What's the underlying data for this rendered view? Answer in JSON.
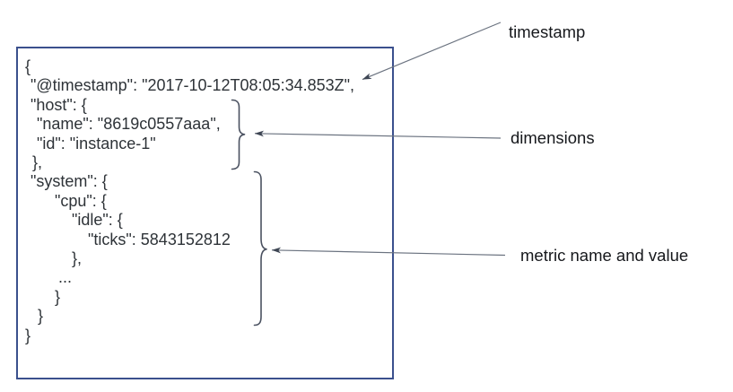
{
  "document_box": {
    "lines": [
      {
        "text": "{",
        "indent": 0
      },
      {
        "text": "\"@timestamp\": \"2017-10-12T08:05:34.853Z\",",
        "indent": 6
      },
      {
        "text": "\"host\": {",
        "indent": 6
      },
      {
        "text": "\"name\": \"8619c0557aaa\",",
        "indent": 13
      },
      {
        "text": "\"id\": \"instance-1\"",
        "indent": 13
      },
      {
        "text": "},",
        "indent": 8
      },
      {
        "text": "\"system\": {",
        "indent": 6
      },
      {
        "text": "\"cpu\": {",
        "indent": 33
      },
      {
        "text": "\"idle\": {",
        "indent": 52
      },
      {
        "text": "\"ticks\": 5843152812",
        "indent": 70
      },
      {
        "text": "},",
        "indent": 52
      },
      {
        "text": "...",
        "indent": 37
      },
      {
        "text": "}",
        "indent": 33
      },
      {
        "text": "}",
        "indent": 14
      },
      {
        "text": "}",
        "indent": 0
      }
    ]
  },
  "labels": {
    "timestamp": "timestamp",
    "dimensions": "dimensions",
    "metric": "metric name and value"
  },
  "colors": {
    "background": "#ffffff",
    "box-border": "#3b508d",
    "code-text": "#2e3338",
    "label-text": "#16181c",
    "annotation-line": "#6b7380",
    "arrowhead": "#3d4553",
    "brace": "#4a5160"
  }
}
